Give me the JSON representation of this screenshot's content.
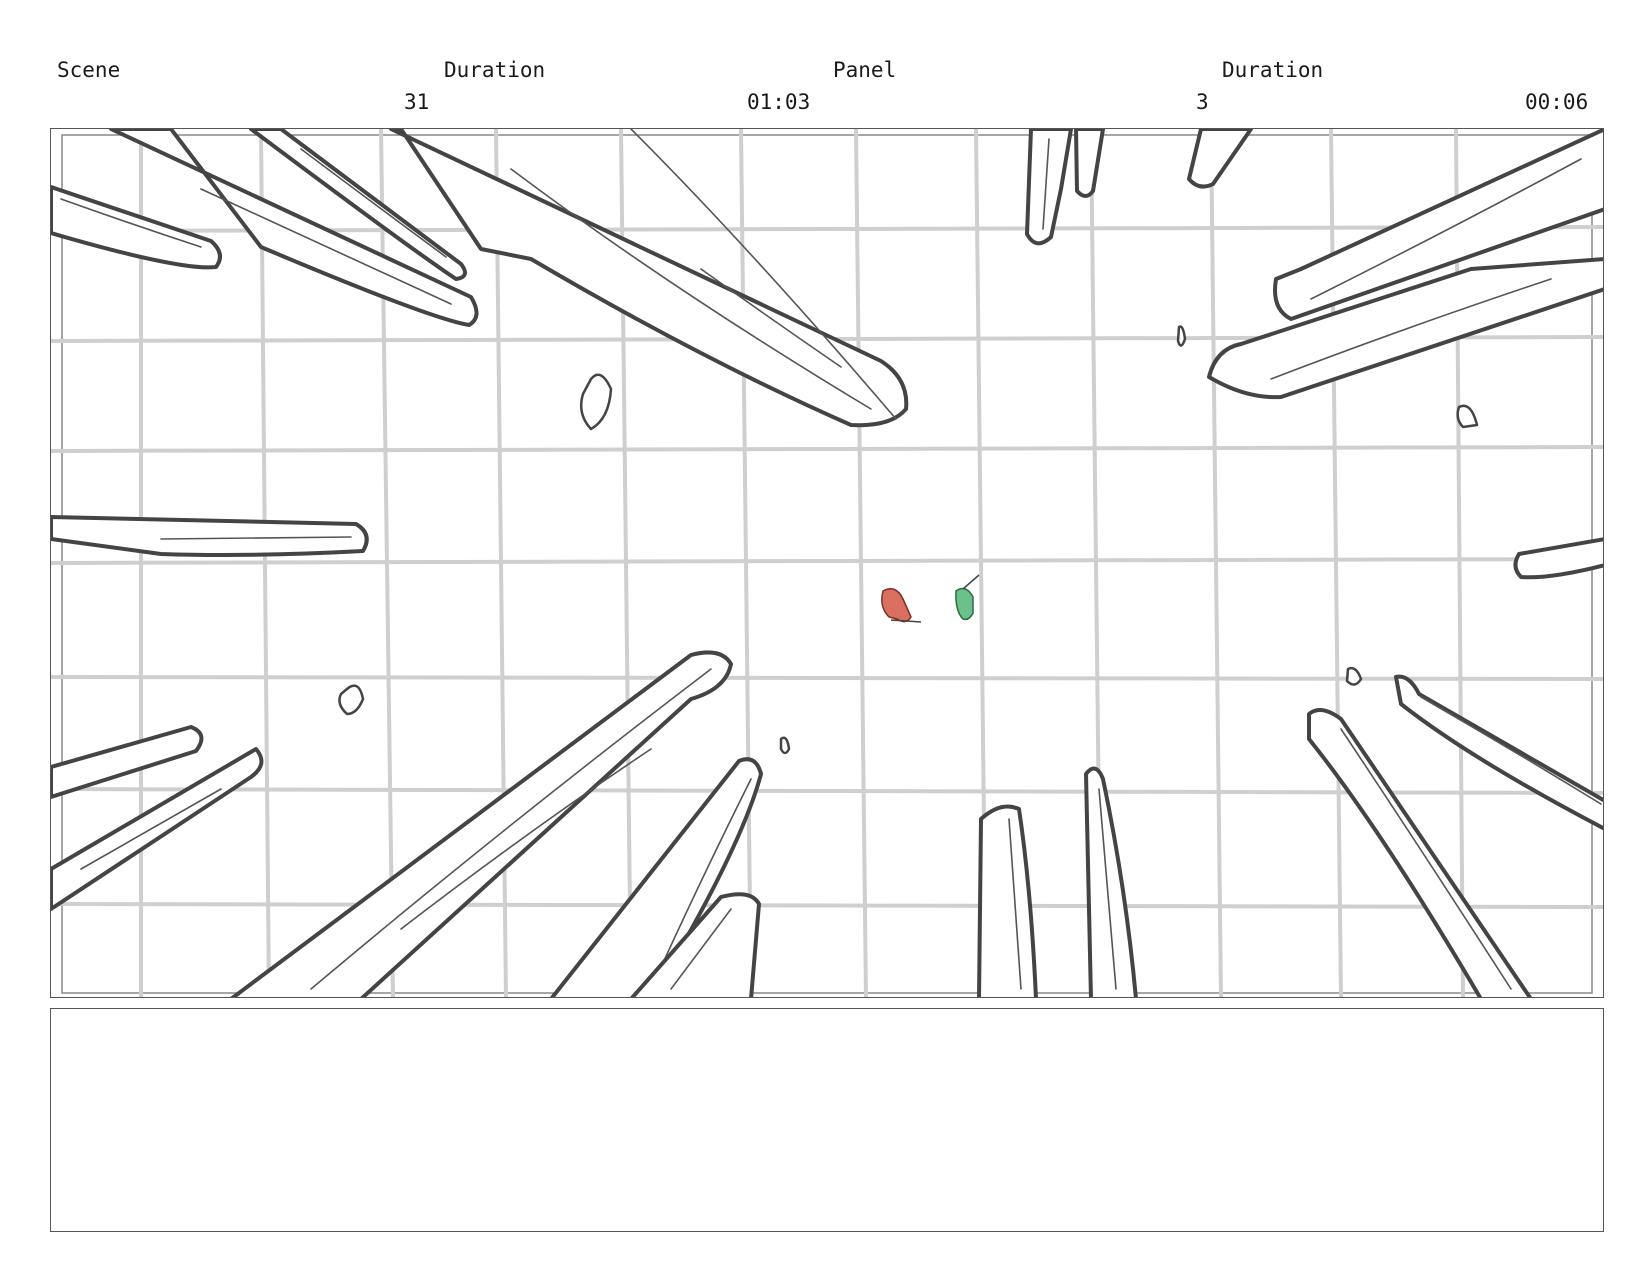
{
  "header": {
    "scene_label": "Scene",
    "scene_duration_label": "Duration",
    "panel_label": "Panel",
    "panel_duration_label": "Duration",
    "scene_value": "31",
    "scene_duration_value": "01:03",
    "panel_value": "3",
    "panel_duration_value": "00:06"
  },
  "notes": {
    "text": ""
  },
  "colors": {
    "character_left": "#d9705f",
    "character_right": "#6cc08b",
    "grid": "#cfcfcf",
    "ink": "#444444"
  }
}
